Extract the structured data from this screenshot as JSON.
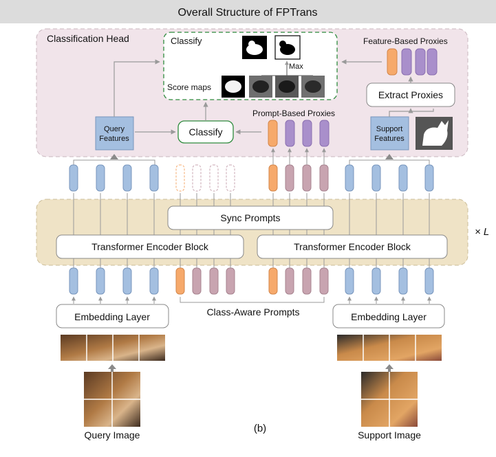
{
  "title": "Overall Structure of FPTrans",
  "classification_head": {
    "label": "Classification Head",
    "classify_box_title": "Classify",
    "score_maps_label": "Score maps",
    "max_label": "Max",
    "feature_based_proxies_label": "Feature-Based Proxies",
    "extract_proxies_label": "Extract Proxies",
    "prompt_based_proxies_label": "Prompt-Based Proxies",
    "classify_button_label": "Classify",
    "query_features": [
      "Query",
      "Features"
    ],
    "support_features": [
      "Support",
      "Features"
    ]
  },
  "encoder": {
    "sync_prompts_label": "Sync Prompts",
    "left_block_label": "Transformer Encoder Block",
    "right_block_label": "Transformer Encoder Block",
    "repeat_label": "× L"
  },
  "embedding": {
    "left_label": "Embedding Layer",
    "right_label": "Embedding Layer",
    "class_aware_prompts_label": "Class-Aware Prompts"
  },
  "images": {
    "query_label": "Query Image",
    "support_label": "Support Image"
  },
  "caption": "(b)",
  "colors": {
    "title_bar": "#dcdcdc",
    "head_bg": "#f1e4ea",
    "encoder_bg": "#efe3c6",
    "token_blue": "#a4bfe0",
    "token_orange": "#f6a96b",
    "token_mauve": "#c8a4b0",
    "token_purple": "#a98fcb",
    "green_border": "#2d8a3c",
    "arrow": "#9a9a9a"
  }
}
